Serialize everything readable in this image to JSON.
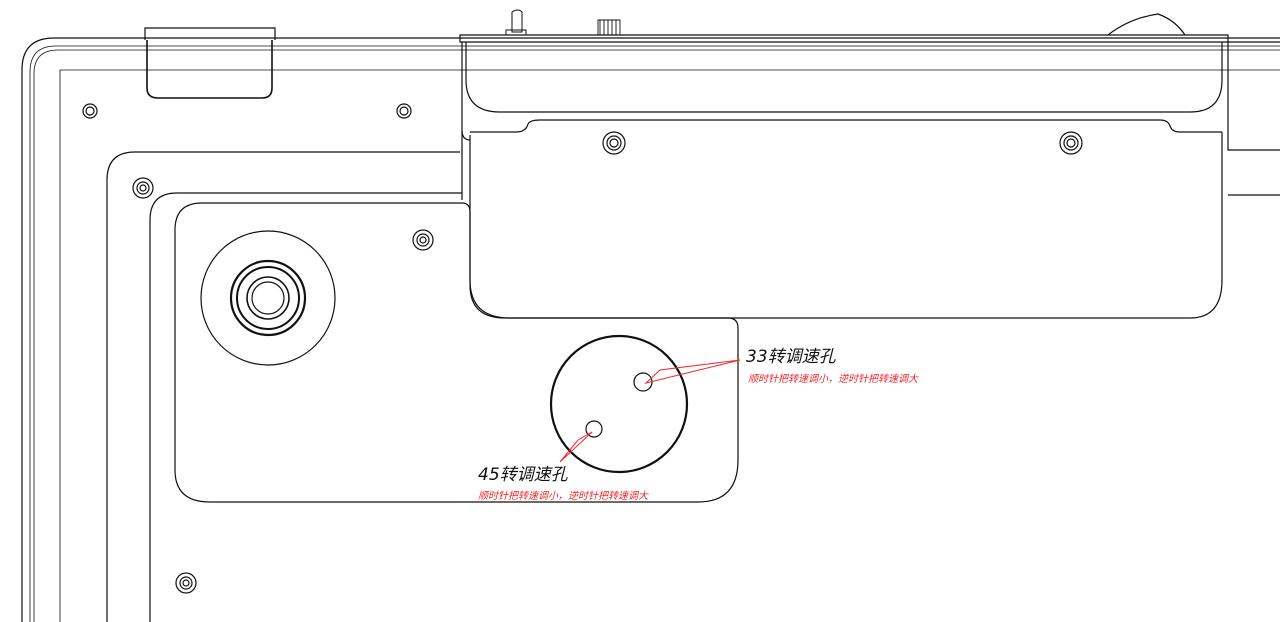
{
  "labels": {
    "speed_33": {
      "title": "33转调速孔",
      "note": "顺时针把转速调小，逆时针把转速调大"
    },
    "speed_45": {
      "title": "45转调速孔",
      "note": "顺时针把转速调小，逆时针把转速调大"
    }
  },
  "colors": {
    "line": "#111111",
    "annotation": "#f0282d"
  }
}
